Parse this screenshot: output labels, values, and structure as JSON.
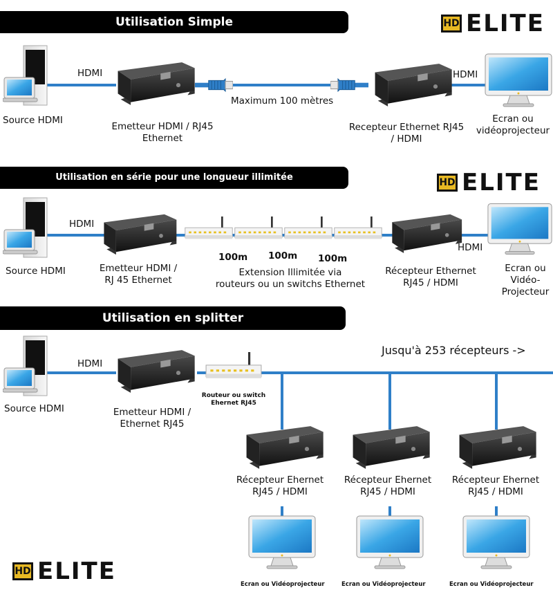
{
  "sections": {
    "simple": {
      "title": "Utilisation Simple"
    },
    "serie": {
      "title": "Utilisation en série pour une longueur illimitée"
    },
    "splitter": {
      "title": "Utilisation en splitter"
    }
  },
  "logo": {
    "hd": "HD",
    "brand": "ELITE"
  },
  "simple": {
    "source": "Source HDMI",
    "hdmi_left": "HDMI",
    "hdmi_right": "HDMI",
    "emitter_line1": "Emetteur HDMI / RJ45",
    "emitter_line2": "Ethernet",
    "cable": "Maximum 100 mètres",
    "receiver_line1": "Recepteur Ethernet RJ45",
    "receiver_line2": "/ HDMI",
    "screen_line1": "Ecran ou",
    "screen_line2": "vidéoprojecteur"
  },
  "serie": {
    "source": "Source HDMI",
    "hdmi_left": "HDMI",
    "hdmi_right": "HDMI",
    "emitter_line1": "Emetteur HDMI /",
    "emitter_line2": "RJ 45 Ethernet",
    "dist1": "100m",
    "dist2": "100m",
    "dist3": "100m",
    "ext_line1": "Extension Illimitée via",
    "ext_line2": "routeurs ou un switchs Ethernet",
    "receiver_line1": "Récepteur Ethernet",
    "receiver_line2": "RJ45 / HDMI",
    "screen_line1": "Ecran ou",
    "screen_line2": "Vidéo-",
    "screen_line3": "Projecteur"
  },
  "splitter": {
    "source": "Source HDMI",
    "hdmi": "HDMI",
    "emitter_line1": "Emetteur HDMI /",
    "emitter_line2": "Ethernet RJ45",
    "router_line1": "Routeur ou switch",
    "router_line2": "Ehernet RJ45",
    "max": "Jusqu'à 253 récepteurs ->",
    "receiver_line1": "Récepteur Ehernet",
    "receiver_line2": "RJ45 / HDMI",
    "screen": "Ecran ou Vidéoprojecteur"
  },
  "colors": {
    "cable": "#2f7fc8",
    "banner": "#000000",
    "logo_gold": "#e8b923",
    "screen_blue": "#3aa6e6"
  }
}
